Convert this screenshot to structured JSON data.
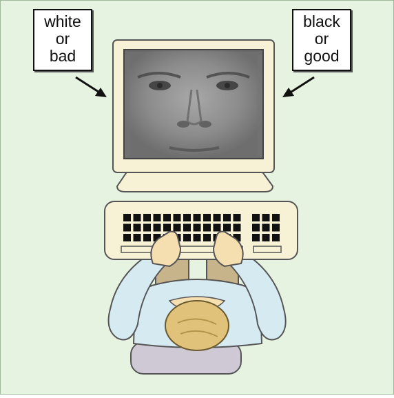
{
  "labels": {
    "left": {
      "line1": "white",
      "line2": "or",
      "line3": "bad"
    },
    "right": {
      "line1": "black",
      "line2": "or",
      "line3": "good"
    }
  },
  "colors": {
    "background": "#e6f3e0",
    "monitor": "#f7f1d6",
    "screen": "#8a8a8a",
    "keyboard": "#f7f1d6",
    "keys": "#111111",
    "shirt": "#d6eaf2",
    "pants": "#c8b48a",
    "hair": "#e0c27a",
    "skin": "#f5deb0",
    "chair": "#cfc9d6"
  },
  "icons": {
    "left_arrow": "arrow-down-right",
    "right_arrow": "arrow-down-left"
  }
}
